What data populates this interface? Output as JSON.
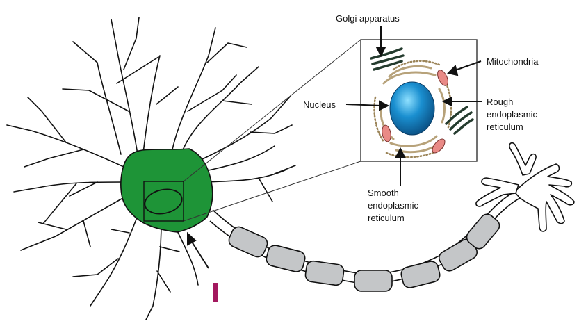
{
  "labels": {
    "golgi": "Golgi apparatus",
    "mitochondria": "Mitochondria",
    "nucleus": "Nucleus",
    "rough_er": [
      "Rough",
      "endoplasmic",
      "reticulum"
    ],
    "smooth_er": [
      "Smooth",
      "endoplasmic",
      "reticulum"
    ],
    "handwritten_mark": "I"
  },
  "colors": {
    "cell_body": "#1e9437",
    "myelin": "#c4c6c8",
    "nucleus": "#1a8fd0",
    "golgi": "#243b2e",
    "er": "#b7a27a",
    "mitochondria": "#e98a86",
    "mark": "#a3185e"
  }
}
